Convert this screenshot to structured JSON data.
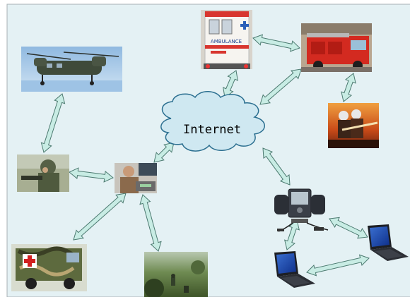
{
  "diagram": {
    "center_label": "Internet",
    "colors": {
      "panel_bg": "#e4f1f4",
      "panel_border": "#a8b0b4",
      "cloud_fill": "#cfe8f1",
      "cloud_stroke": "#2b6f90",
      "arrow_fill": "#c8ece4",
      "arrow_stroke": "#4c7a70"
    },
    "nodes": [
      {
        "id": "helicopter",
        "label": "Chinook helicopter photo",
        "icon": "helicopter-icon"
      },
      {
        "id": "ambulance",
        "label": "Ambulance photo",
        "icon": "ambulance-icon",
        "printed_text": "AMBULANCE"
      },
      {
        "id": "fire-truck",
        "label": "Fire truck photo",
        "icon": "fire-truck-icon"
      },
      {
        "id": "firefighters",
        "label": "Firefighters photo",
        "icon": "firefighters-icon"
      },
      {
        "id": "soldier",
        "label": "Soldier photo",
        "icon": "soldier-icon"
      },
      {
        "id": "command-post",
        "label": "Radio operator photo",
        "icon": "radio-operator-icon"
      },
      {
        "id": "military-ambulance",
        "label": "Military ambulance photo",
        "icon": "military-ambulance-icon"
      },
      {
        "id": "field-troops",
        "label": "Field troops photo",
        "icon": "field-troops-icon"
      },
      {
        "id": "pda",
        "label": "PDA device",
        "icon": "pda-icon"
      },
      {
        "id": "laptop-left",
        "label": "Laptop",
        "icon": "laptop-icon"
      },
      {
        "id": "laptop-right",
        "label": "Laptop",
        "icon": "laptop-icon"
      }
    ]
  }
}
